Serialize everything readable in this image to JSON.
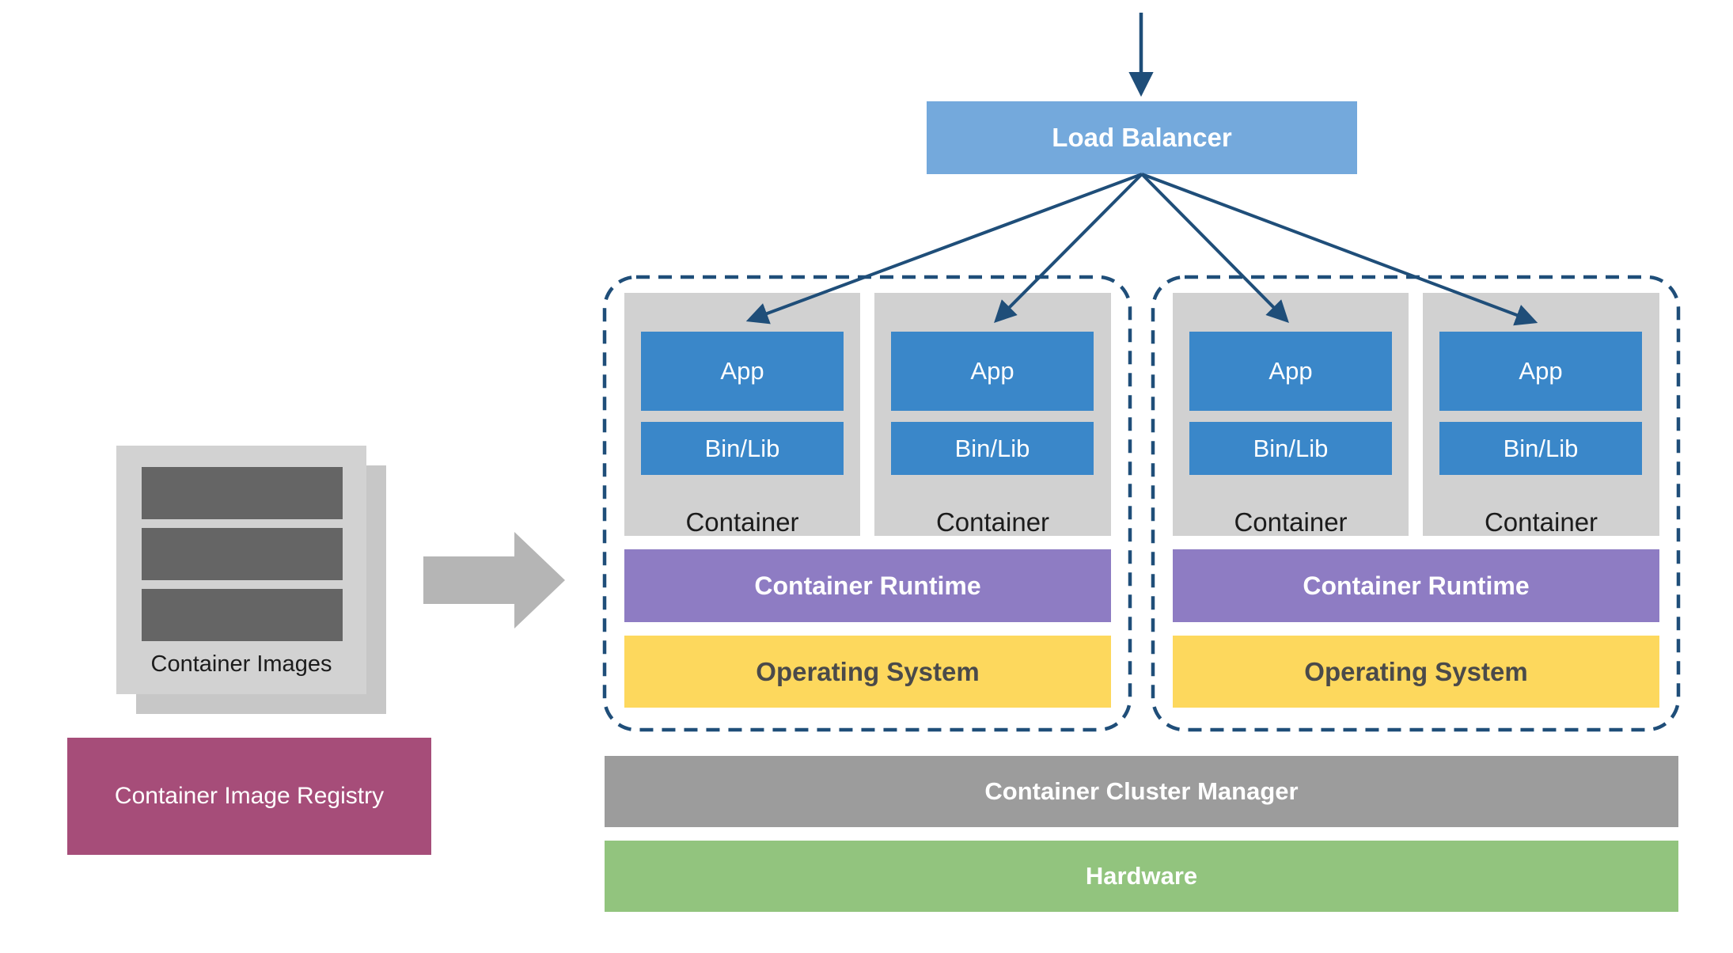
{
  "diagram": {
    "image_stack": {
      "label": "Container Images"
    },
    "registry": {
      "label": "Container Image Registry"
    },
    "load_balancer": {
      "label": "Load Balancer"
    },
    "clusters": [
      {
        "containers": [
          {
            "app_label": "App",
            "binlib_label": "Bin/Lib",
            "label": "Container"
          },
          {
            "app_label": "App",
            "binlib_label": "Bin/Lib",
            "label": "Container"
          }
        ],
        "runtime_label": "Container Runtime",
        "os_label": "Operating System"
      },
      {
        "containers": [
          {
            "app_label": "App",
            "binlib_label": "Bin/Lib",
            "label": "Container"
          },
          {
            "app_label": "App",
            "binlib_label": "Bin/Lib",
            "label": "Container"
          }
        ],
        "runtime_label": "Container Runtime",
        "os_label": "Operating System"
      }
    ],
    "manager": {
      "label": "Container Cluster Manager"
    },
    "hardware": {
      "label": "Hardware"
    },
    "icons": {
      "flow_arrow": "right-arrow",
      "load_arrows": "down-arrows"
    },
    "colors": {
      "navy_arrow": "#1f4e79",
      "load_balancer_blue": "#74a9dc",
      "app_blue": "#3a87c9",
      "container_gray": "#d1d1d1",
      "runtime_purple": "#8e7cc3",
      "os_yellow": "#fdd85d",
      "manager_gray": "#9c9c9c",
      "hardware_green": "#92c47e",
      "registry_magenta": "#a64d79",
      "image_bar_gray": "#656565",
      "flow_arrow_gray": "#b5b5b5"
    }
  }
}
